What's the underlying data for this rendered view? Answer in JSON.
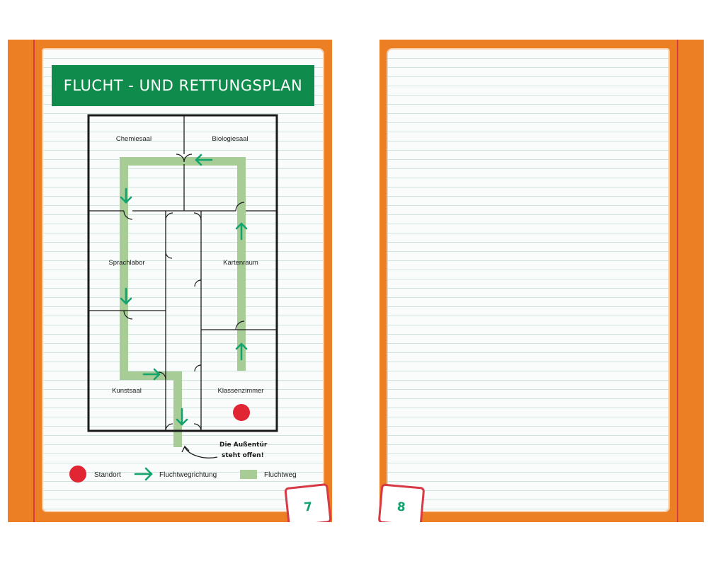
{
  "page_left": {
    "title": "FLUCHT - UND RETTUNGSPLAN",
    "page_number": "7",
    "rooms": [
      {
        "key": "chemiesaal",
        "label": "Chemiesaal"
      },
      {
        "key": "biologiesaal",
        "label": "Biologiesaal"
      },
      {
        "key": "sprachlabor",
        "label": "Sprachlabor"
      },
      {
        "key": "kartenraum",
        "label": "Kartenraum"
      },
      {
        "key": "kunstsaal",
        "label": "Kunstsaal"
      },
      {
        "key": "klassenzimmer",
        "label": "Klassenzimmer"
      }
    ],
    "note_line1": "Die Außentür",
    "note_line2": "steht offen!",
    "legend": {
      "standort": "Standort",
      "fluchtwegrichtung": "Fluchtwegrichtung",
      "fluchtweg": "Fluchtweg"
    }
  },
  "page_right": {
    "page_number": "8"
  },
  "colors": {
    "orange": "#ec7f23",
    "green_title": "#0f8c4b",
    "route": "#a7cc96",
    "arrow": "#13a36e",
    "standort": "#e12532",
    "margin_line": "#d63a45"
  }
}
